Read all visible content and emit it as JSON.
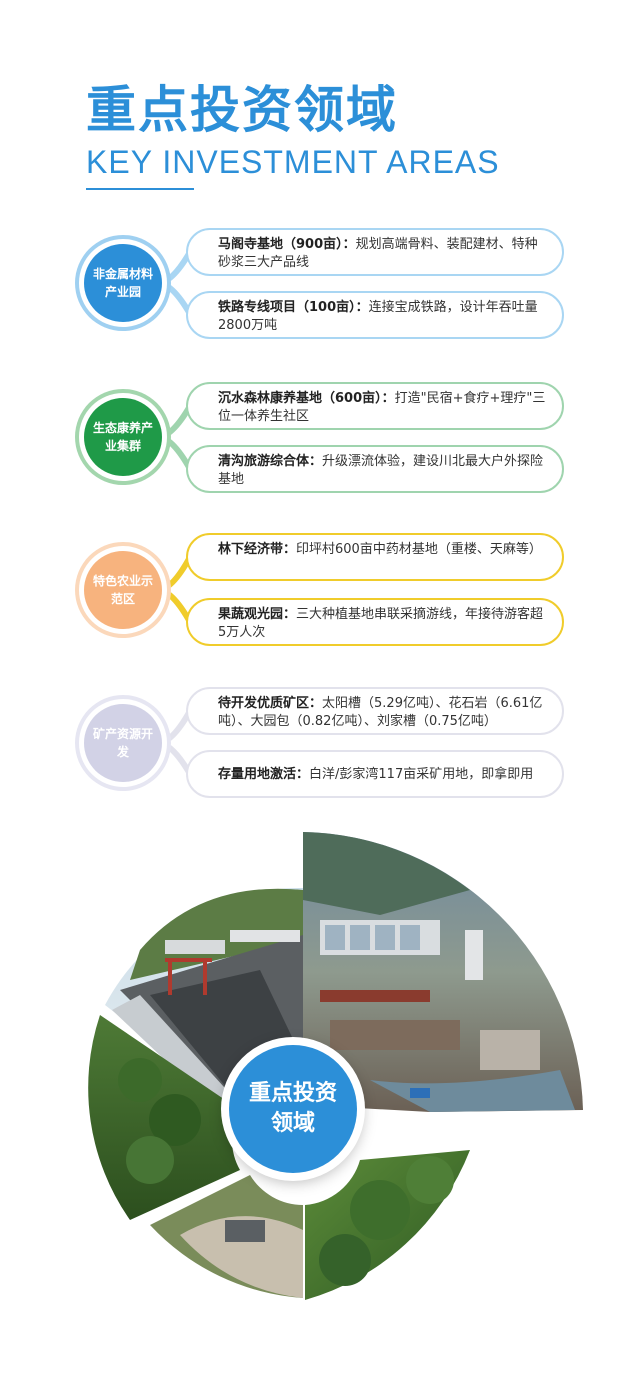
{
  "title": {
    "cn": "重点投资领域",
    "en": "KEY INVESTMENT AREAS"
  },
  "sections": [
    {
      "circle": "非金属材料产业园",
      "color": "#2c8fd8",
      "items": [
        {
          "bold": "马阁寺基地（900亩）：",
          "text": "规划高端骨料、装配建材、特种砂浆三大产品线"
        },
        {
          "bold": "铁路专线项目（100亩）：",
          "text": "连接宝成铁路，设计年吞吐量2800万吨"
        }
      ]
    },
    {
      "circle": "生态康养产业集群",
      "color": "#1f9a48",
      "items": [
        {
          "bold": "沉水森林康养基地（600亩）：",
          "text": "打造\"民宿+食疗+理疗\"三位一体养生社区"
        },
        {
          "bold": "清沟旅游综合体：",
          "text": "升级漂流体验，建设川北最大户外探险基地"
        }
      ]
    },
    {
      "circle": "特色农业示范区",
      "color": "#f7b37e",
      "items": [
        {
          "bold": "林下经济带：",
          "text": "印坪村600亩中药材基地（重楼、天麻等）"
        },
        {
          "bold": "果蔬观光园：",
          "text": "三大种植基地串联采摘游线，年接待游客超5万人次"
        }
      ]
    },
    {
      "circle": "矿产资源开发",
      "color": "#d2d2e6",
      "items": [
        {
          "bold": "待开发优质矿区：",
          "text": "太阳槽（5.29亿吨）、花石岩（6.61亿吨）、大园包（0.82亿吨）、刘家槽（0.75亿吨）"
        },
        {
          "bold": "存量用地激活：",
          "text": "白洋/彭家湾117亩采矿用地，即拿即用"
        }
      ]
    }
  ],
  "center_label": "重点投资领域"
}
